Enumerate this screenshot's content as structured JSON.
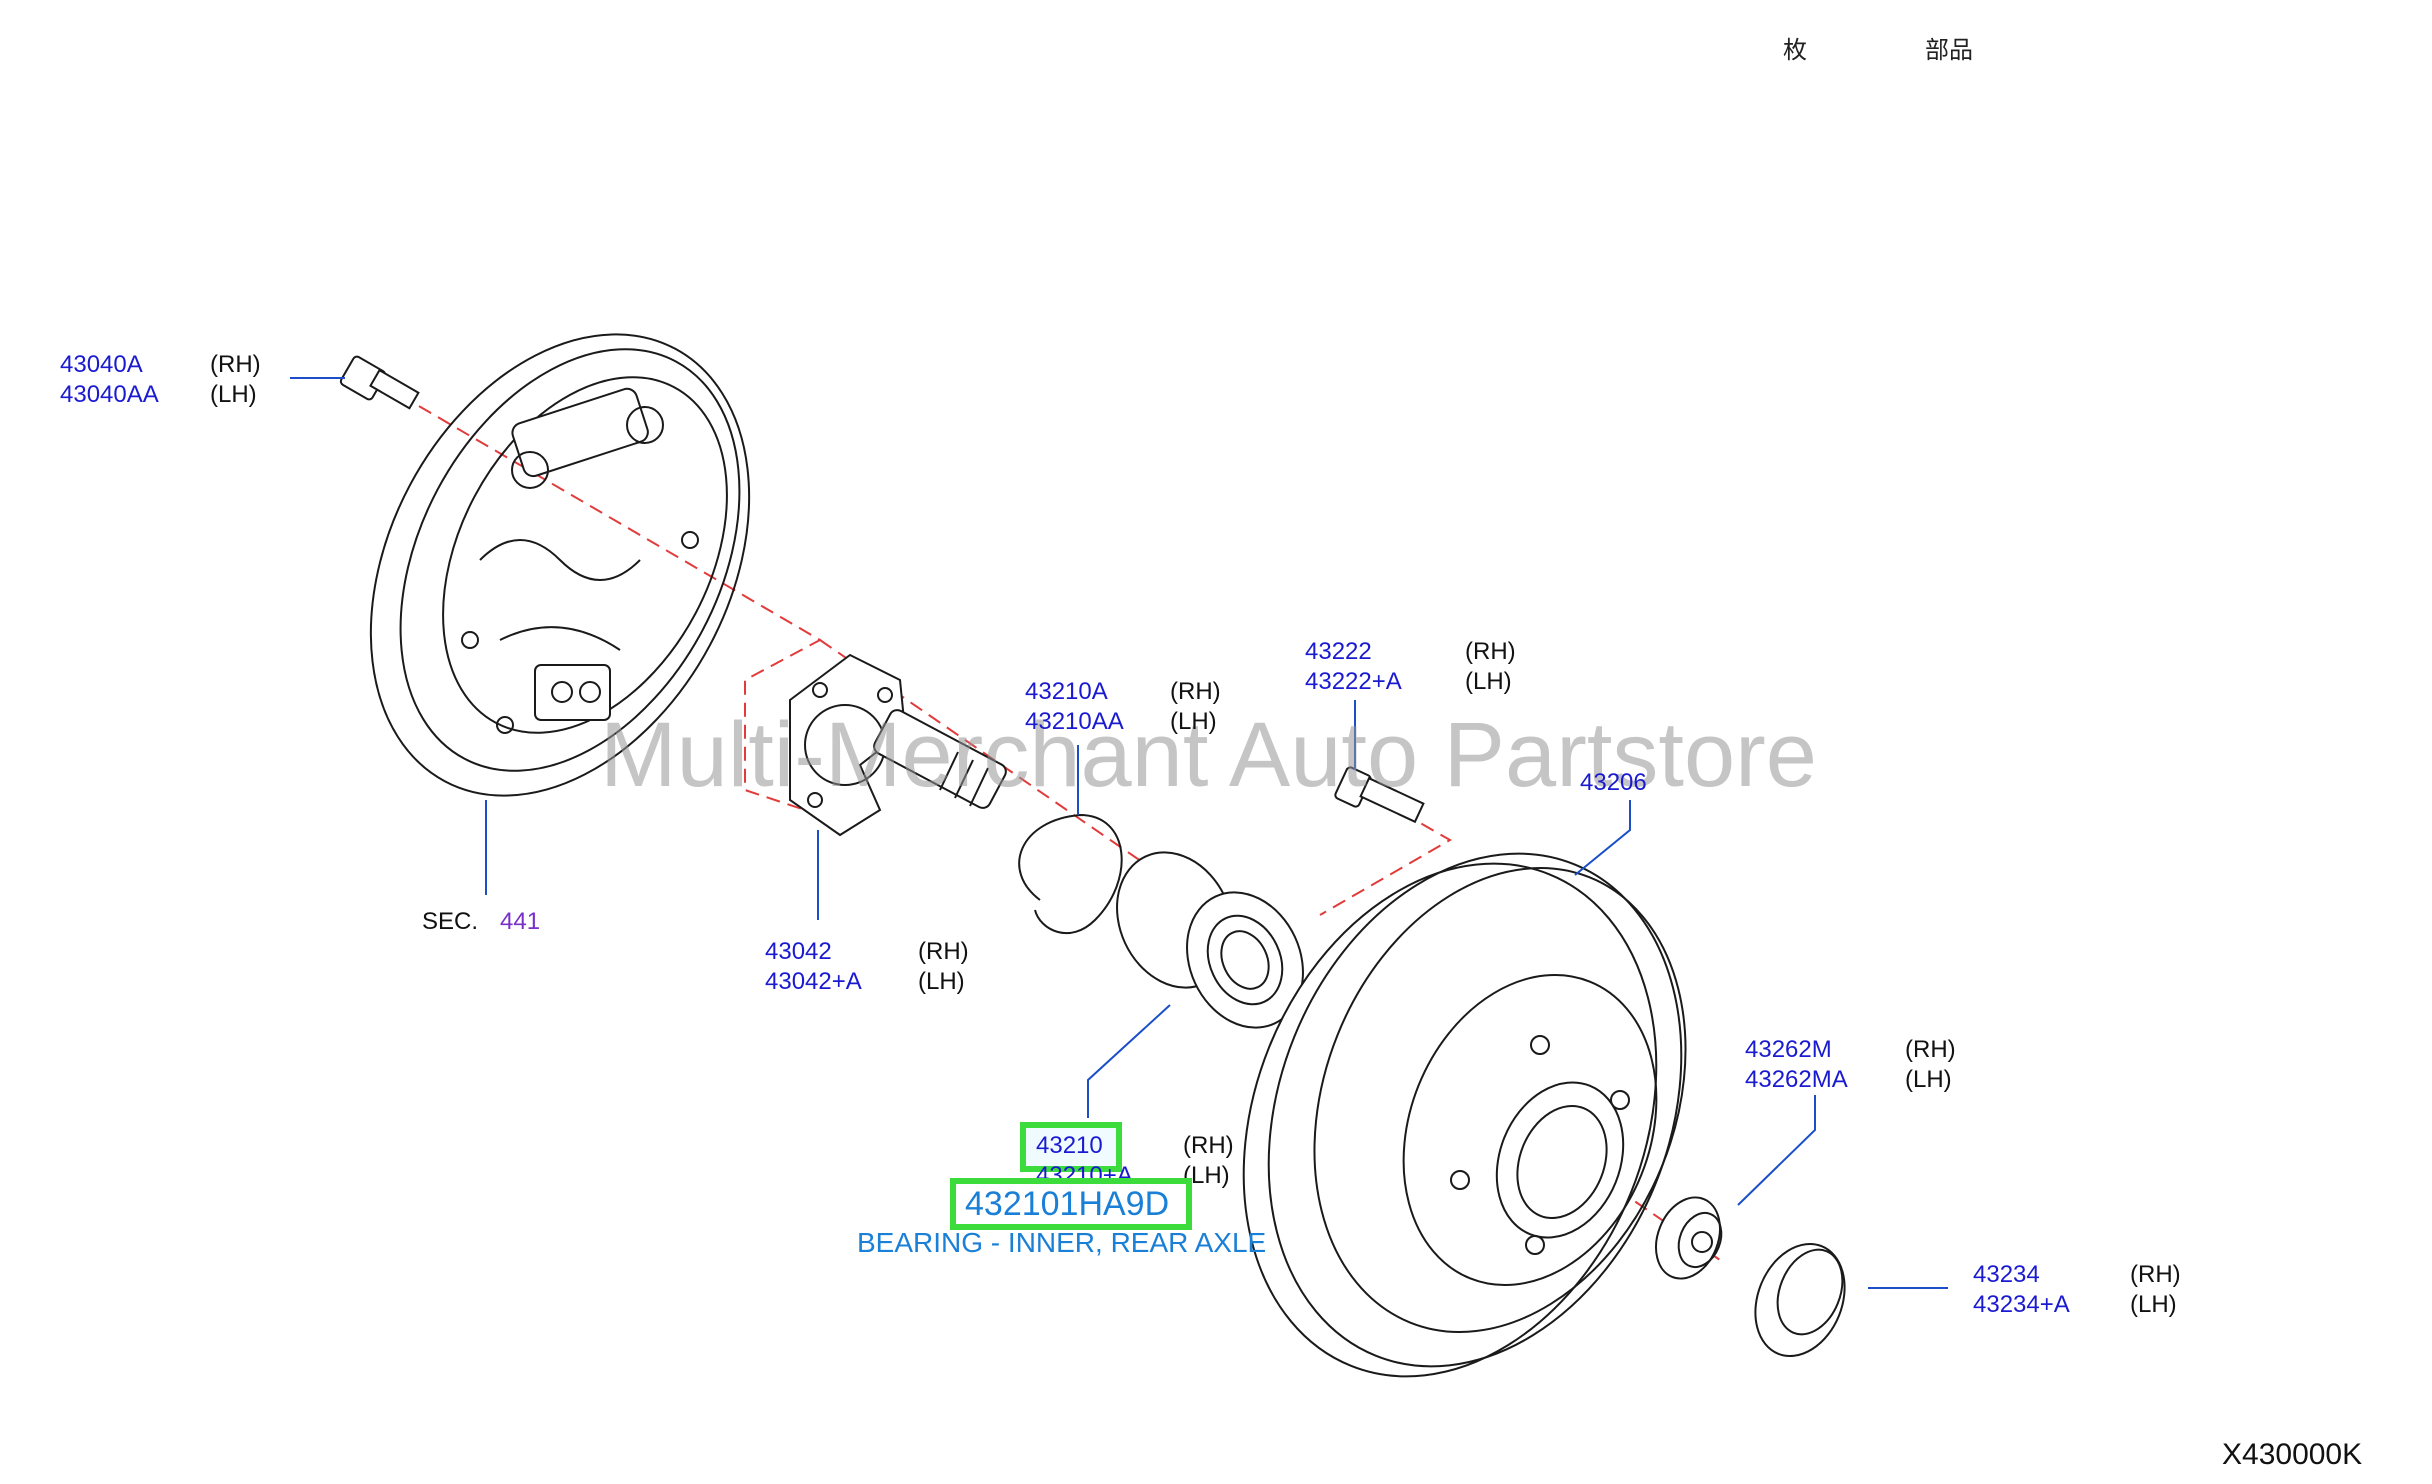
{
  "header": {
    "sheets_label": "枚",
    "parts_label": "部品"
  },
  "watermark": "Multi-Merchant Auto Partstore",
  "callouts": {
    "c43040": {
      "part": "43040A",
      "part_alt": "43040AA",
      "rh": "(RH)",
      "lh": "(LH)"
    },
    "sec": {
      "prefix": "SEC.",
      "number": "441"
    },
    "c43042": {
      "part": "43042",
      "part_alt": "43042+A",
      "rh": "(RH)",
      "lh": "(LH)"
    },
    "c43210a": {
      "part": "43210A",
      "part_alt": "43210AA",
      "rh": "(RH)",
      "lh": "(LH)"
    },
    "c43222": {
      "part": "43222",
      "part_alt": "43222+A",
      "rh": "(RH)",
      "lh": "(LH)"
    },
    "c43206": {
      "part": "43206"
    },
    "c43210": {
      "part": "43210",
      "part_alt": "43210+A",
      "rh": "(RH)",
      "lh": "(LH)"
    },
    "c43262": {
      "part": "43262M",
      "part_alt": "43262MA",
      "rh": "(RH)",
      "lh": "(LH)"
    },
    "c43234": {
      "part": "43234",
      "part_alt": "43234+A",
      "rh": "(RH)",
      "lh": "(LH)"
    }
  },
  "highlight": {
    "part_number": "432101HA9D",
    "description": "BEARING - INNER, REAR AXLE",
    "box_color": "#3ddc3d",
    "text_color": "#1a7fd6"
  },
  "diagram_id": "X430000K"
}
